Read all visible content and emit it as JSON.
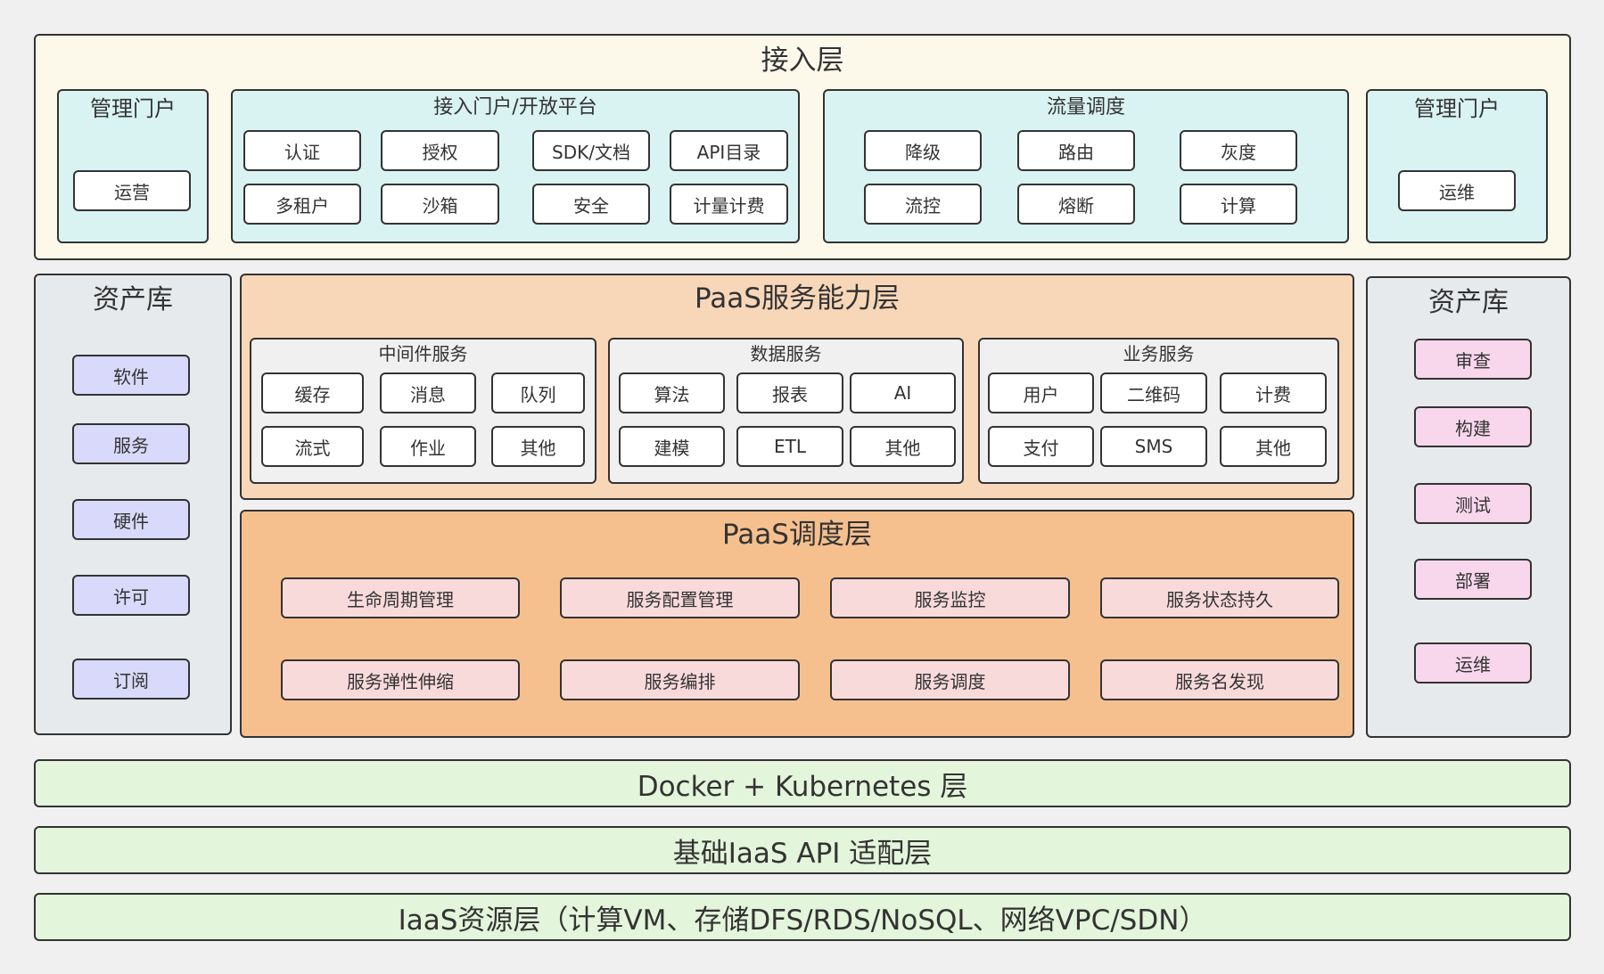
{
  "access_layer": {
    "title": "接入层",
    "mgmt_left": {
      "title": "管理门户",
      "items": [
        "运营"
      ]
    },
    "open_platform": {
      "title": "接入门户/开放平台",
      "items": [
        "认证",
        "授权",
        "SDK/文档",
        "API目录",
        "多租户",
        "沙箱",
        "安全",
        "计量计费"
      ]
    },
    "traffic": {
      "title": "流量调度",
      "items": [
        "降级",
        "路由",
        "灰度",
        "流控",
        "熔断",
        "计算"
      ]
    },
    "mgmt_right": {
      "title": "管理门户",
      "items": [
        "运维"
      ]
    }
  },
  "asset_left": {
    "title": "资产库",
    "items": [
      "软件",
      "服务",
      "硬件",
      "许可",
      "订阅"
    ]
  },
  "asset_right": {
    "title": "资产库",
    "items": [
      "审查",
      "构建",
      "测试",
      "部署",
      "运维"
    ]
  },
  "paas_service": {
    "title": "PaaS服务能力层",
    "middleware": {
      "title": "中间件服务",
      "items": [
        "缓存",
        "消息",
        "队列",
        "流式",
        "作业",
        "其他"
      ]
    },
    "data": {
      "title": "数据服务",
      "items": [
        "算法",
        "报表",
        "AI",
        "建模",
        "ETL",
        "其他"
      ]
    },
    "business": {
      "title": "业务服务",
      "items": [
        "用户",
        "二维码",
        "计费",
        "支付",
        "SMS",
        "其他"
      ]
    }
  },
  "paas_schedule": {
    "title": "PaaS调度层",
    "items": [
      "生命周期管理",
      "服务配置管理",
      "服务监控",
      "服务状态持久",
      "服务弹性伸缩",
      "服务编排",
      "服务调度",
      "服务名发现"
    ]
  },
  "bottom_layers": [
    "Docker + Kubernetes 层",
    "基础IaaS API 适配层",
    "IaaS资源层（计算VM、存储DFS/RDS/NoSQL、网络VPC/SDN）"
  ],
  "colors": {
    "access_bg": "#fcf9ea",
    "group_cyan": "#d9f3f2",
    "asset_bg": "#e7eaed",
    "paas_service_bg": "#f8d7b9",
    "paas_schedule_bg": "#f6c08e",
    "sub_gray": "#f0f0f0",
    "infra_green": "#e3f5db",
    "chip_blue": "#d9d9fb",
    "chip_pink": "#f9dada",
    "chip_magenta": "#f8d7ec"
  }
}
